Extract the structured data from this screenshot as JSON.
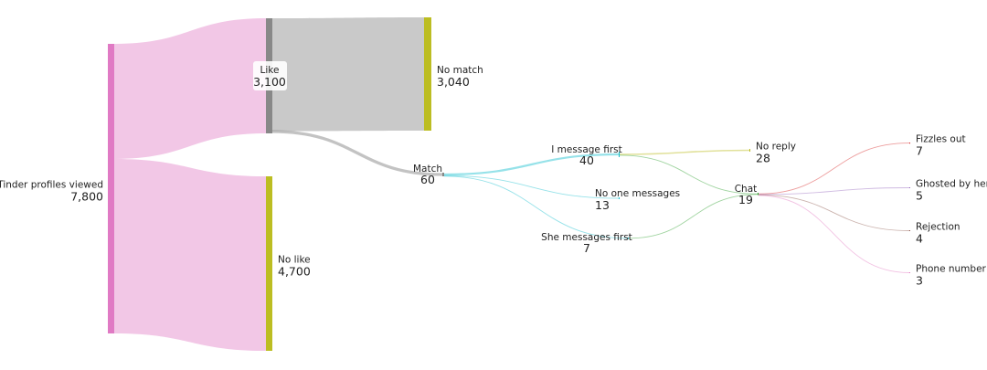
{
  "chart_data": {
    "type": "sankey",
    "nodes": [
      {
        "id": "viewed",
        "name": "Tinder profiles viewed",
        "value": "7,800",
        "color": "#e07ac4"
      },
      {
        "id": "like",
        "name": "Like",
        "value": "3,100",
        "color": "#888888"
      },
      {
        "id": "nolike",
        "name": "No like",
        "value": "4,700",
        "color": "#bcbd22"
      },
      {
        "id": "nomatch",
        "name": "No match",
        "value": "3,040",
        "color": "#bcbd22"
      },
      {
        "id": "match",
        "name": "Match",
        "value": "60",
        "color": "#888888"
      },
      {
        "id": "ifirst",
        "name": "I message first",
        "value": "40",
        "color": "#17becf"
      },
      {
        "id": "noone",
        "name": "No one messages",
        "value": "13",
        "color": "#17becf"
      },
      {
        "id": "shefirst",
        "name": "She messages first",
        "value": "7",
        "color": "#17becf"
      },
      {
        "id": "noreply",
        "name": "No reply",
        "value": "28",
        "color": "#bcbd22"
      },
      {
        "id": "chat",
        "name": "Chat",
        "value": "19",
        "color": "#2ca02c"
      },
      {
        "id": "fizzles",
        "name": "Fizzles out",
        "value": "7",
        "color": "#d62728"
      },
      {
        "id": "ghosted",
        "name": "Ghosted by her",
        "value": "5",
        "color": "#9467bd"
      },
      {
        "id": "rejection",
        "name": "Rejection",
        "value": "4",
        "color": "#8c564b"
      },
      {
        "id": "phone",
        "name": "Phone number",
        "value": "3",
        "color": "#e377c2"
      }
    ],
    "links": [
      {
        "source": "viewed",
        "target": "like",
        "value": 3100,
        "color": "#e07ac4"
      },
      {
        "source": "viewed",
        "target": "nolike",
        "value": 4700,
        "color": "#e07ac4"
      },
      {
        "source": "like",
        "target": "nomatch",
        "value": 3040,
        "color": "#888888"
      },
      {
        "source": "like",
        "target": "match",
        "value": 60,
        "color": "#888888"
      },
      {
        "source": "match",
        "target": "ifirst",
        "value": 40,
        "color": "#17becf"
      },
      {
        "source": "match",
        "target": "noone",
        "value": 13,
        "color": "#17becf"
      },
      {
        "source": "match",
        "target": "shefirst",
        "value": 7,
        "color": "#17becf"
      },
      {
        "source": "ifirst",
        "target": "noreply",
        "value": 28,
        "color": "#bcbd22"
      },
      {
        "source": "ifirst",
        "target": "chat",
        "value": 12,
        "color": "#2ca02c"
      },
      {
        "source": "shefirst",
        "target": "chat",
        "value": 7,
        "color": "#2ca02c"
      },
      {
        "source": "chat",
        "target": "fizzles",
        "value": 7,
        "color": "#d62728"
      },
      {
        "source": "chat",
        "target": "ghosted",
        "value": 5,
        "color": "#9467bd"
      },
      {
        "source": "chat",
        "target": "rejection",
        "value": 4,
        "color": "#8c564b"
      },
      {
        "source": "chat",
        "target": "phone",
        "value": 3,
        "color": "#e377c2"
      }
    ]
  }
}
